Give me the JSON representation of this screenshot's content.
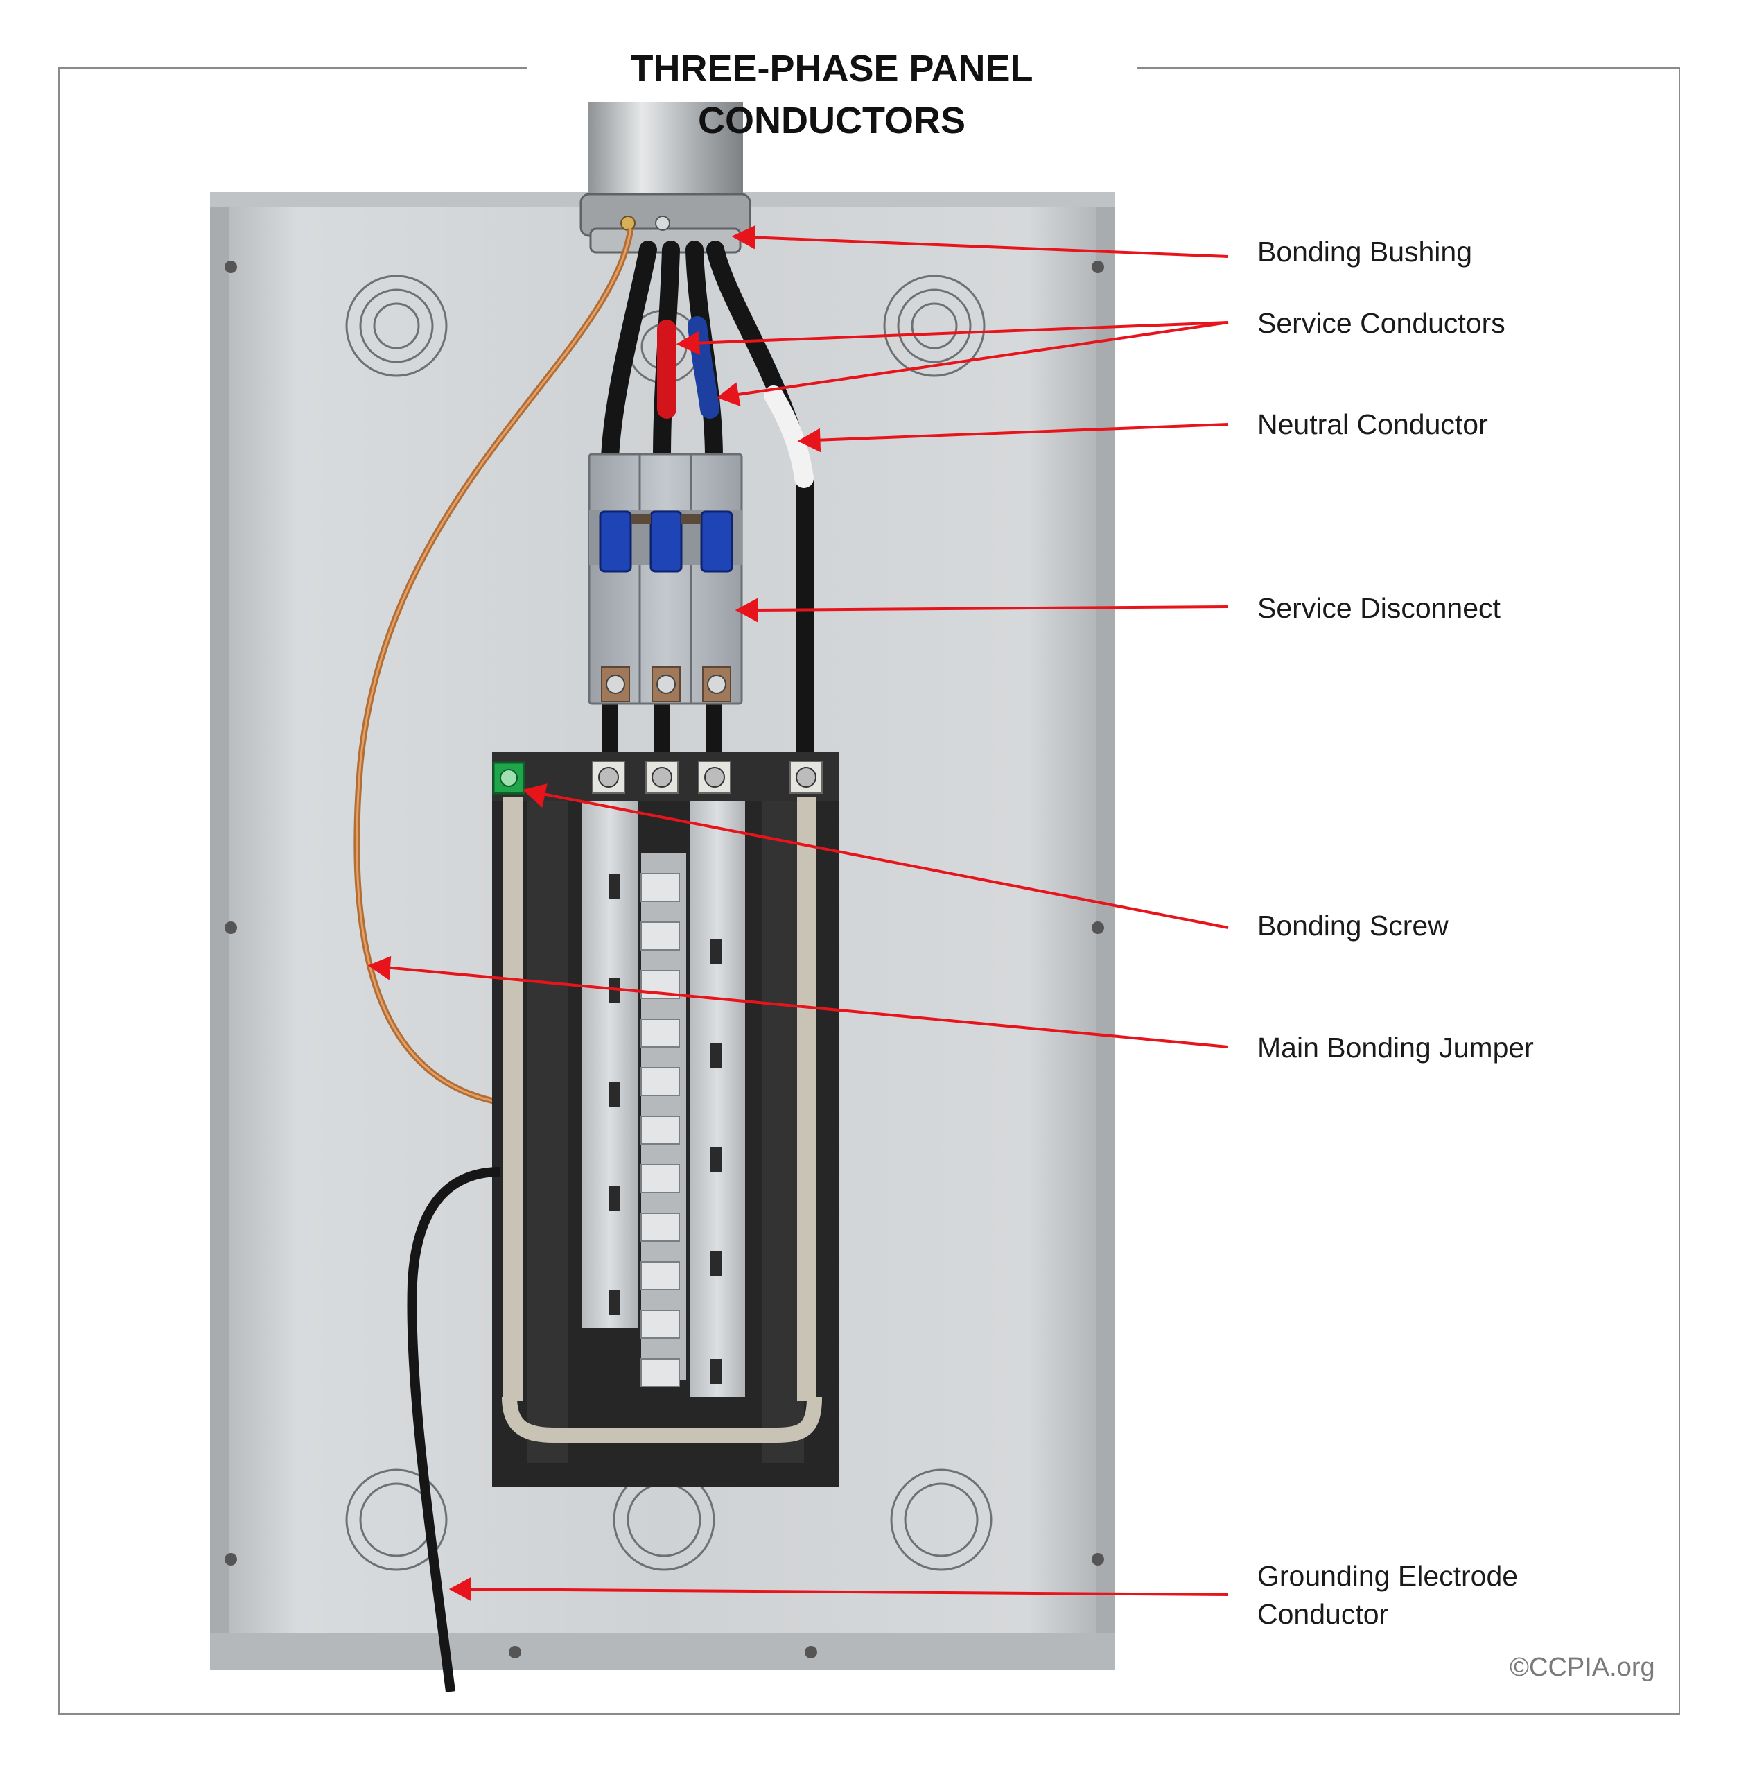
{
  "title": "THREE-PHASE PANEL CONDUCTORS",
  "labels": {
    "bonding_bushing": "Bonding Bushing",
    "service_conductors": "Service Conductors",
    "neutral_conductor": "Neutral Conductor",
    "service_disconnect": "Service Disconnect",
    "bonding_screw": "Bonding Screw",
    "main_bonding_jumper": "Main Bonding Jumper",
    "grounding_electrode_line1": "Grounding Electrode",
    "grounding_electrode_line2": "Conductor"
  },
  "copyright": "©CCPIA.org",
  "colors": {
    "leader": "#e8141b",
    "panel": "#c9cdd0",
    "copper": "#c07a3a",
    "phase_red": "#d3141b",
    "phase_blue": "#1d3fa0",
    "breaker_handle": "#1f44b5",
    "bonding_screw": "#1fa64a"
  }
}
